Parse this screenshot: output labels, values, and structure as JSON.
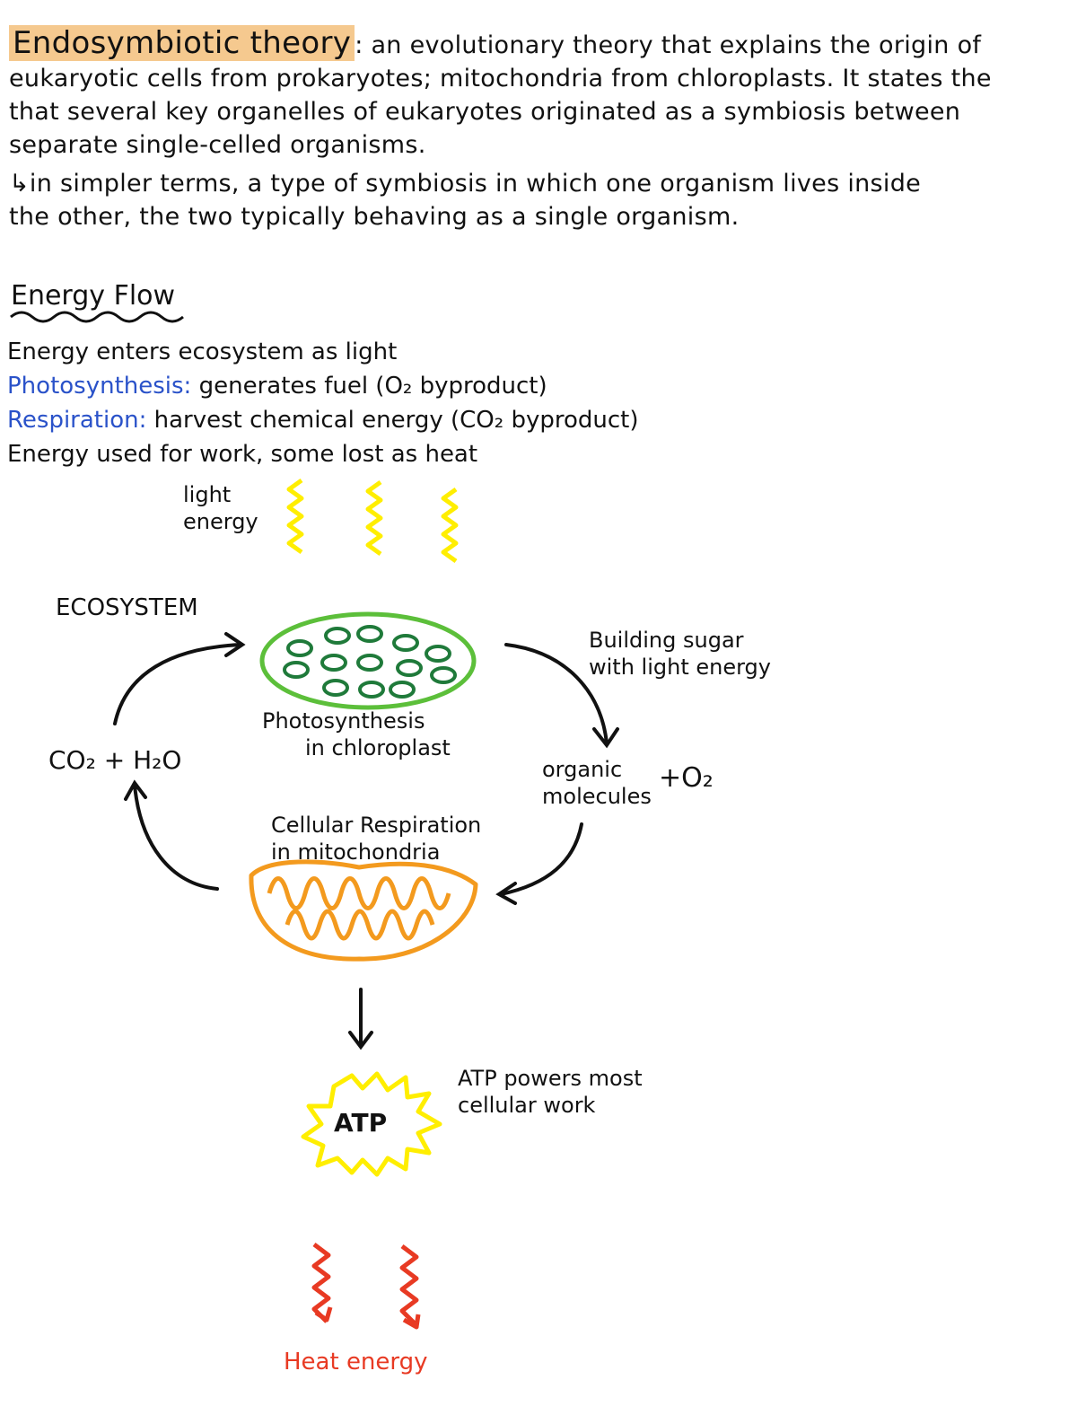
{
  "intro": {
    "term": "Endosymbiotic theory",
    "lines": [
      ": an evolutionary theory that explains the origin of",
      "eukaryotic cells from prokaryotes; mitochondria from chloroplasts. It states the",
      "that several key organelles of eukaryotes originated as a symbiosis between",
      "separate single-celled organisms.",
      "↳in simpler terms, a type of symbiosis in which one organism lives inside",
      "the other, the two typically behaving as a single organism."
    ]
  },
  "energy_flow": {
    "title": "Energy Flow",
    "line1": "Energy enters ecosystem as light",
    "photo_term": "Photosynthesis:",
    "photo_text": " generates fuel (O₂ byproduct)",
    "resp_term": "Respiration:",
    "resp_text": " harvest chemical energy (CO₂ byproduct)",
    "line4": "Energy used for work, some lost as heat"
  },
  "diagram": {
    "light_energy": [
      "light",
      "energy"
    ],
    "ecosystem": "ECOSYSTEM",
    "building_sugar": [
      "Building sugar",
      "with light energy"
    ],
    "photosynthesis": [
      "Photosynthesis",
      "in chloroplast"
    ],
    "co2_h2o": "CO₂ + H₂O",
    "organic": [
      "organic",
      "molecules"
    ],
    "plus_o2": "+O₂",
    "cell_resp": [
      "Cellular Respiration",
      "in mitochondria"
    ],
    "atp": "ATP",
    "atp_note": [
      "ATP powers most",
      "cellular work"
    ],
    "heat": "Heat energy"
  },
  "colors": {
    "highlight": "#f5c98f",
    "blue_term": "#2a52c9",
    "light_wave": "#ffee00",
    "chloroplast_outer": "#5cbf3a",
    "chloroplast_inner": "#1f7a3a",
    "mitochondria": "#f39a1e",
    "atp_star": "#ffee00",
    "heat": "#e83a23"
  }
}
